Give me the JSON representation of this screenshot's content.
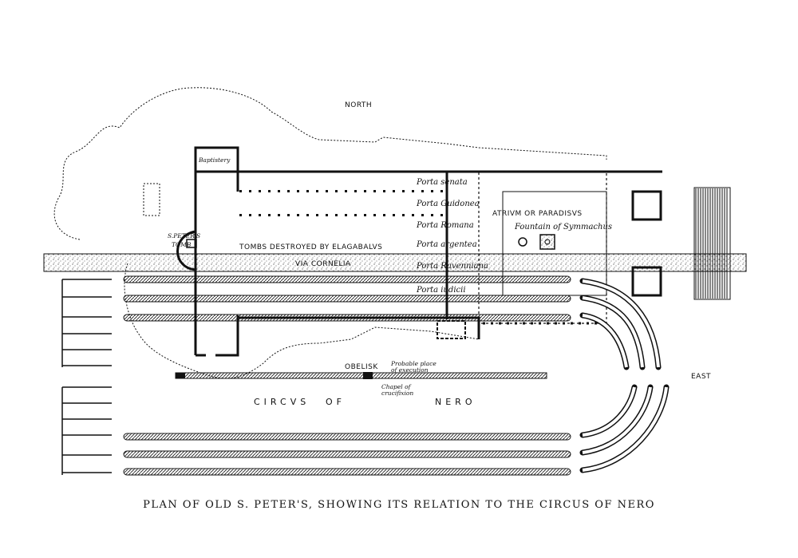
{
  "compass": {
    "north": "NORTH",
    "east": "EAST"
  },
  "labels": {
    "baptistery": "Baptistery",
    "st_peters_tomb_1": "S.PETER'S",
    "st_peters_tomb_2": "TOMB",
    "tombs": "TOMBS DESTROYED BY ELAGABALVS",
    "via": "VIA CORNELIA",
    "atrium": "ATRIVM OR PARADISVS",
    "fountain": "Fountain of Symmachus",
    "obelisk": "OBELISK",
    "probable_1": "Probable place",
    "probable_2": "of execution",
    "chapel_1": "Chapel of",
    "chapel_2": "crucifixion",
    "circus_1": "CIRCVS",
    "circus_2": "OF",
    "circus_3": "NERO"
  },
  "doors": [
    "Porta senata",
    "Porta Guidonea",
    "Porta Romana",
    "Porta argentea",
    "Porta Ravenniana",
    "Porta iudicii"
  ],
  "caption": "PLAN OF OLD S. PETER'S, SHOWING ITS RELATION TO THE CIRCUS OF NERO",
  "colors": {
    "ink": "#111111",
    "paper": "#ffffff"
  }
}
